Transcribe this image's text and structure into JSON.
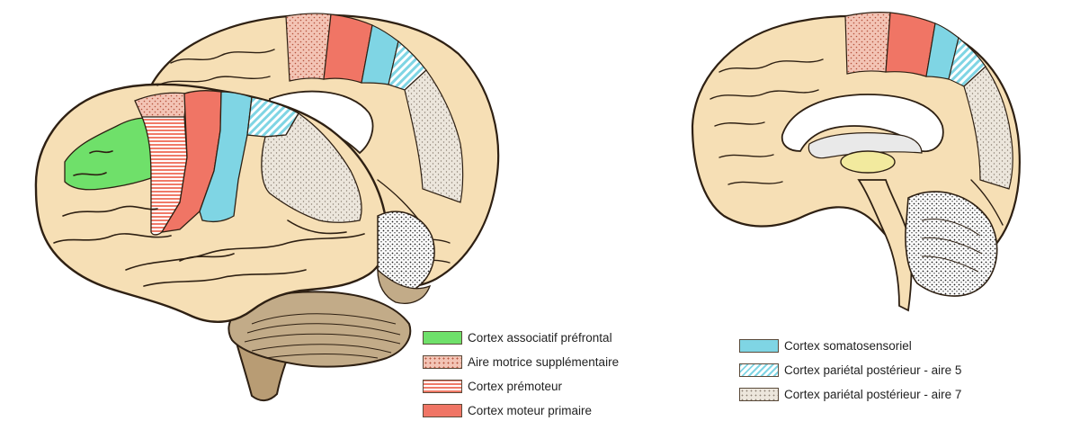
{
  "colors": {
    "brain_fill": "#f6dfb5",
    "brain_outline": "#2e2013",
    "cerebellum_fill": "#c2ab88",
    "brainstem_fill": "#b89c74",
    "white_matter": "#ffffff",
    "prefrontal": "#6fe06a",
    "sma": "#f3c4b5",
    "premotor": "#f08070",
    "motor": "#f07565",
    "somatosensory": "#7fd5e4",
    "parietal5": "#a9e4ee",
    "parietal7": "#e9e3da",
    "thalamus": "#f2ea9e"
  },
  "legend_left": [
    {
      "id": "prefrontal",
      "label": "Cortex associatif préfrontal",
      "pattern": "solid-green"
    },
    {
      "id": "sma",
      "label": "Aire motrice supplémentaire",
      "pattern": "dotted-pink"
    },
    {
      "id": "premotor",
      "label": "Cortex prémoteur",
      "pattern": "striped-red"
    },
    {
      "id": "motor",
      "label": "Cortex moteur primaire",
      "pattern": "solid-red"
    }
  ],
  "legend_right": [
    {
      "id": "somatosensory",
      "label": "Cortex somatosensoriel",
      "pattern": "solid-cyan"
    },
    {
      "id": "parietal5",
      "label": "Cortex pariétal postérieur - aire 5",
      "pattern": "hatched-cyan"
    },
    {
      "id": "parietal7",
      "label": "Cortex pariétal postérieur - aire 7",
      "pattern": "dotted-grey"
    }
  ]
}
